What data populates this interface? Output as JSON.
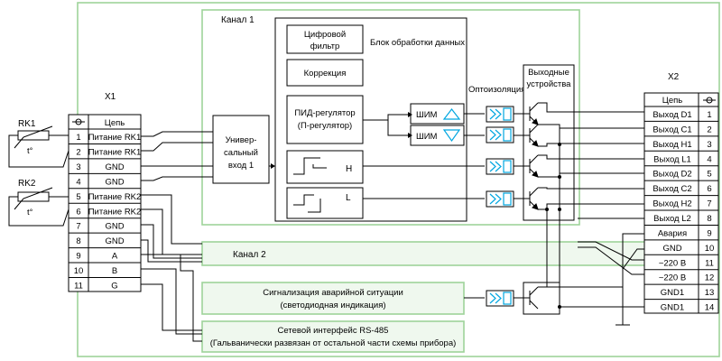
{
  "channel1": {
    "title": "Канал 1"
  },
  "processing": {
    "title": "Блок обработки данных",
    "filter_line1": "Цифровой",
    "filter_line2": "фильтр",
    "correction": "Коррекция",
    "pid_line1": "ПИД-регулятор",
    "pid_line2": "(П-регулятор)",
    "level_h": "H",
    "level_l": "L"
  },
  "pwm": {
    "up_label": "ШИМ",
    "down_label": "ШИМ"
  },
  "universal_input": {
    "line1": "Универ-",
    "line2": "сальный",
    "line3": "вход 1"
  },
  "optoisolation": {
    "title": "Оптоизоляция"
  },
  "output_devices": {
    "line1": "Выходные",
    "line2": "устройства"
  },
  "channel2": {
    "title": "Канал 2"
  },
  "alarm_block": {
    "line1": "Сигнализация аварийной ситуации",
    "line2": "(светодиодная индикация)"
  },
  "network_block": {
    "line1": "Сетевой интерфейс RS-485",
    "line2": "(Гальванически развязан от остальной части схемы прибора)"
  },
  "sensors": {
    "rk1": "RK1",
    "rk2": "RK2",
    "temp_symbol": "t°"
  },
  "x1": {
    "title": "X1",
    "header": "Цепь",
    "rows": [
      {
        "num": "1",
        "label": "Питание RK1"
      },
      {
        "num": "2",
        "label": "Питание RK1"
      },
      {
        "num": "3",
        "label": "GND"
      },
      {
        "num": "4",
        "label": "GND"
      },
      {
        "num": "5",
        "label": "Питание RK2"
      },
      {
        "num": "6",
        "label": "Питание RK2"
      },
      {
        "num": "7",
        "label": "GND"
      },
      {
        "num": "8",
        "label": "GND"
      },
      {
        "num": "9",
        "label": "A"
      },
      {
        "num": "10",
        "label": "B"
      },
      {
        "num": "11",
        "label": "G"
      }
    ]
  },
  "x2": {
    "title": "X2",
    "header": "Цепь",
    "rows": [
      {
        "num": "1",
        "label": "Выход D1"
      },
      {
        "num": "2",
        "label": "Выход C1"
      },
      {
        "num": "3",
        "label": "Выход H1"
      },
      {
        "num": "4",
        "label": "Выход L1"
      },
      {
        "num": "5",
        "label": "Выход D2"
      },
      {
        "num": "6",
        "label": "Выход C2"
      },
      {
        "num": "7",
        "label": "Выход H2"
      },
      {
        "num": "8",
        "label": "Выход L2"
      },
      {
        "num": "9",
        "label": "Авария"
      },
      {
        "num": "10",
        "label": "GND"
      },
      {
        "num": "11",
        "label": "~220 В"
      },
      {
        "num": "12",
        "label": "~220 В"
      },
      {
        "num": "13",
        "label": "GND1"
      },
      {
        "num": "14",
        "label": "GND1"
      }
    ]
  },
  "colors": {
    "frame_green": "#9ed39a",
    "green_fill": "#eff8ee",
    "opto_cyan": "#00a6e0"
  }
}
